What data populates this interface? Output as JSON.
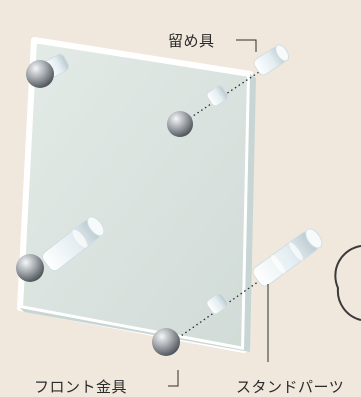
{
  "labels": {
    "fastener": "留め具",
    "front_fitting": "フロント金具",
    "stand_parts": "スタンドパーツ"
  },
  "colors": {
    "background": "#f0e8dd",
    "panel_fill": "#dbe3e0",
    "panel_edge": "#b9c9c8",
    "cap_metal": "#8f949a",
    "standoff": "#e8f0f3",
    "dotted_line": "#2b2b2b"
  },
  "icons": [
    "metal-cap-icon",
    "standoff-post-icon"
  ]
}
